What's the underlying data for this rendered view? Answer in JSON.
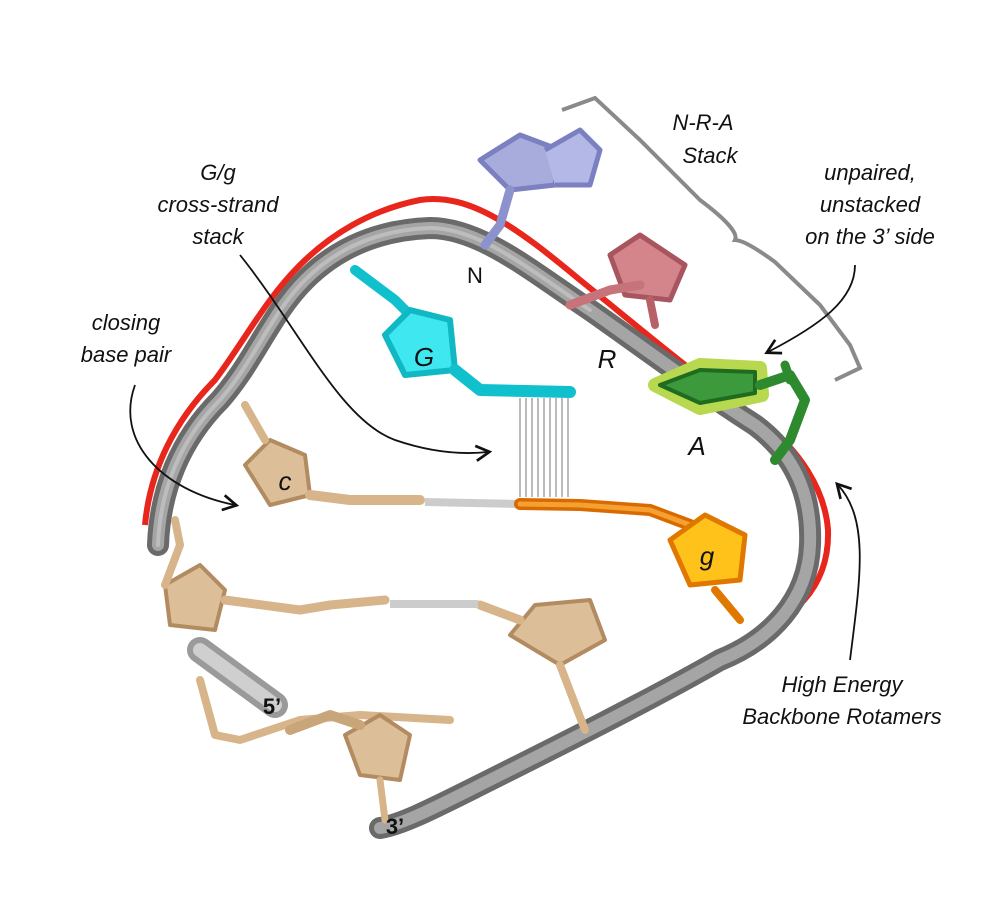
{
  "labels": {
    "nra_stack": [
      "N-R-A",
      "Stack"
    ],
    "unpaired": [
      "unpaired,",
      "unstacked",
      "on the 3’ side"
    ],
    "gg_stack": [
      "G/g",
      "cross-strand",
      "stack"
    ],
    "closing": [
      "closing",
      "base pair"
    ],
    "high_energy": [
      "High Energy",
      "Backbone Rotamers"
    ],
    "N": "N",
    "R": "R",
    "A": "A",
    "G": "G",
    "c": "c",
    "g": "g",
    "five_prime": "5’",
    "three_prime": "3’"
  },
  "colors": {
    "backbone": "#858585",
    "highlight": "#e8261c",
    "N": "#9da2d6",
    "R": "#c8727a",
    "A": "#2e8a2e",
    "A_glow": "#c8e66a",
    "G": "#1ad6e0",
    "g": "#f08a10",
    "tan": "#d7b48a",
    "arrow": "#111111",
    "bracket": "#8a8a8a"
  }
}
